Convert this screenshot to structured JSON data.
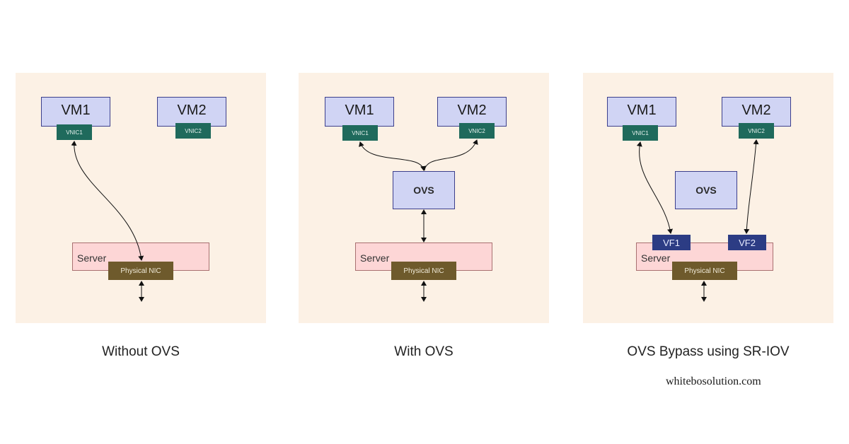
{
  "panels": [
    {
      "caption": "Without OVS",
      "vm1": {
        "label": "VM1",
        "vnic": "VNIC1"
      },
      "vm2": {
        "label": "VM2",
        "vnic": "VNIC2"
      },
      "server": "Server",
      "nic": "Physical NIC"
    },
    {
      "caption": "With OVS",
      "vm1": {
        "label": "VM1",
        "vnic": "VNIC1"
      },
      "vm2": {
        "label": "VM2",
        "vnic": "VNIC2"
      },
      "ovs": "OVS",
      "server": "Server",
      "nic": "Physical NIC"
    },
    {
      "caption": "OVS Bypass using SR-IOV",
      "vm1": {
        "label": "VM1",
        "vnic": "VNIC1"
      },
      "vm2": {
        "label": "VM2",
        "vnic": "VNIC2"
      },
      "ovs": "OVS",
      "vf1": "VF1",
      "vf2": "VF2",
      "server": "Server",
      "nic": "Physical NIC"
    }
  ],
  "watermark": "whitebosolution.com",
  "colors": {
    "panel_bg": "#fcf1e5",
    "vm_fill": "#d0d4f4",
    "vnic_fill": "#1f6a5c",
    "server_fill": "#fdd6d6",
    "nic_fill": "#6e5a2c",
    "vf_fill": "#2c3c84"
  }
}
